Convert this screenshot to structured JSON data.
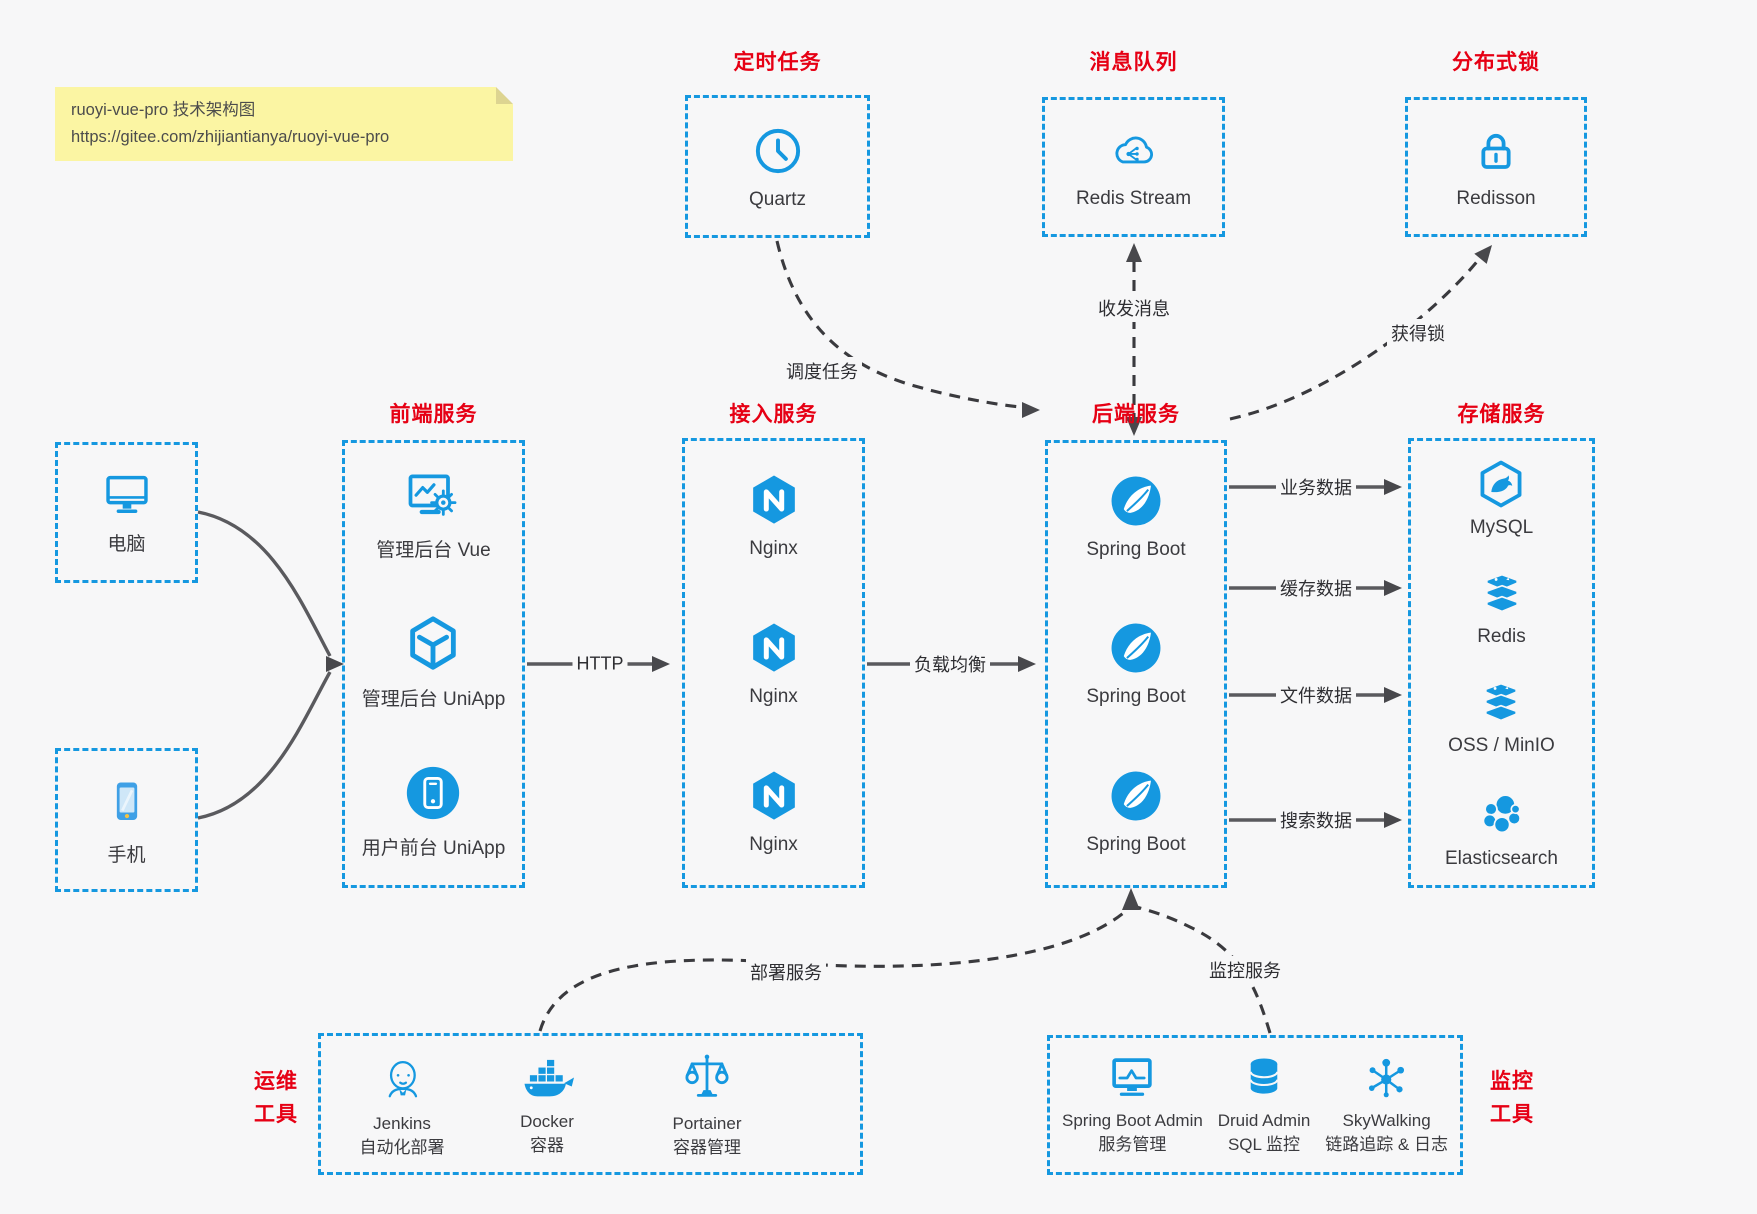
{
  "note": {
    "title": "ruoyi-vue-pro 技术架构图",
    "url": "https://gitee.com/zhijiantianya/ruoyi-vue-pro"
  },
  "colors": {
    "accent_blue": "#1598e0",
    "title_red": "#e60014",
    "note_yellow": "#fbf5a3",
    "arrow_gray": "#48484c"
  },
  "top_groups": [
    {
      "title": "定时任务",
      "icon": "clock-icon",
      "label": "Quartz"
    },
    {
      "title": "消息队列",
      "icon": "cloud-stream-icon",
      "label": "Redis Stream"
    },
    {
      "title": "分布式锁",
      "icon": "lock-icon",
      "label": "Redisson"
    }
  ],
  "clients": [
    {
      "icon": "desktop-icon",
      "label": "电脑"
    },
    {
      "icon": "smartphone-icon",
      "label": "手机"
    }
  ],
  "columns": [
    {
      "title": "前端服务",
      "items": [
        {
          "icon": "admin-vue-icon",
          "label": "管理后台 Vue"
        },
        {
          "icon": "uniapp-cube-icon",
          "label": "管理后台 UniApp"
        },
        {
          "icon": "user-uniapp-icon",
          "label": "用户前台 UniApp"
        }
      ]
    },
    {
      "title": "接入服务",
      "items": [
        {
          "icon": "nginx-icon",
          "label": "Nginx"
        },
        {
          "icon": "nginx-icon",
          "label": "Nginx"
        },
        {
          "icon": "nginx-icon",
          "label": "Nginx"
        }
      ]
    },
    {
      "title": "后端服务",
      "items": [
        {
          "icon": "spring-boot-icon",
          "label": "Spring Boot"
        },
        {
          "icon": "spring-boot-icon",
          "label": "Spring Boot"
        },
        {
          "icon": "spring-boot-icon",
          "label": "Spring Boot"
        }
      ]
    },
    {
      "title": "存储服务",
      "items": [
        {
          "icon": "mysql-icon",
          "label": "MySQL"
        },
        {
          "icon": "redis-icon",
          "label": "Redis"
        },
        {
          "icon": "oss-icon",
          "label": "OSS / MinIO"
        },
        {
          "icon": "elasticsearch-icon",
          "label": "Elasticsearch"
        }
      ]
    }
  ],
  "edges": {
    "http": "HTTP",
    "load_balance": "负载均衡",
    "schedule_task": "调度任务",
    "send_receive_message": "收发消息",
    "acquire_lock": "获得锁",
    "business_data": "业务数据",
    "cache_data": "缓存数据",
    "file_data": "文件数据",
    "search_data": "搜索数据",
    "deploy_service": "部署服务",
    "monitor_service": "监控服务"
  },
  "ops_tools": {
    "title_line1": "运维",
    "title_line2": "工具",
    "items": [
      {
        "icon": "jenkins-icon",
        "label": "Jenkins",
        "sub": "自动化部署"
      },
      {
        "icon": "docker-icon",
        "label": "Docker",
        "sub": "容器"
      },
      {
        "icon": "portainer-icon",
        "label": "Portainer",
        "sub": "容器管理"
      }
    ]
  },
  "monitor_tools": {
    "title_line1": "监控",
    "title_line2": "工具",
    "items": [
      {
        "icon": "spring-boot-admin-icon",
        "label": "Spring Boot Admin",
        "sub": "服务管理"
      },
      {
        "icon": "druid-icon",
        "label": "Druid Admin",
        "sub": "SQL 监控"
      },
      {
        "icon": "skywalking-icon",
        "label": "SkyWalking",
        "sub": "链路追踪 & 日志"
      }
    ]
  }
}
